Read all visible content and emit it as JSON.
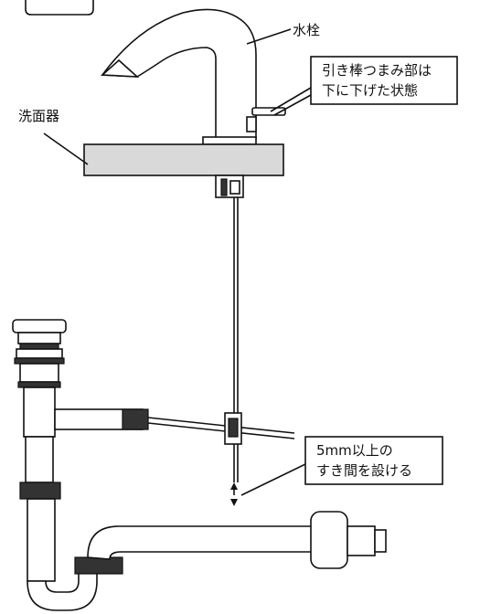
{
  "labels": {
    "faucet": "水栓",
    "basin": "洗面器",
    "handle_note_line1": "引き棒つまみ部は",
    "handle_note_line2": "下に下げた状態",
    "gap_note_line1": "5mm以上の",
    "gap_note_line2": "すき間を設ける"
  },
  "colors": {
    "line": "#111111",
    "basin_fill": "#d9d9d9",
    "background": "#ffffff"
  }
}
